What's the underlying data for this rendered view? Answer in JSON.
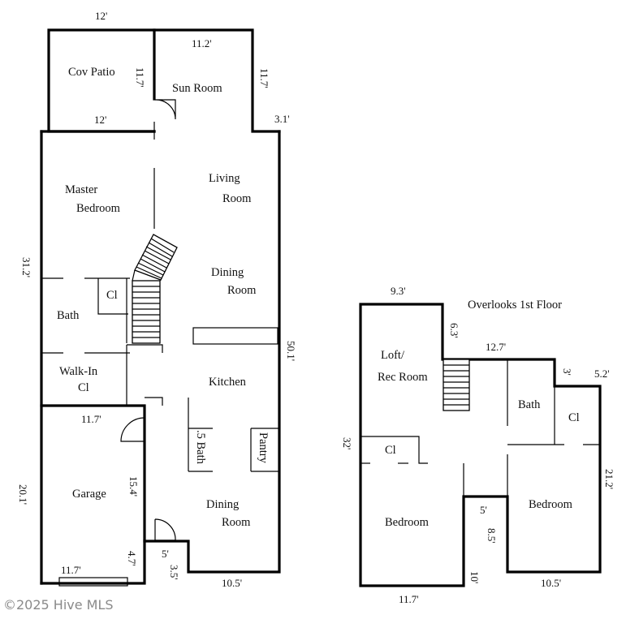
{
  "first_floor": {
    "rooms": {
      "cov_patio": "Cov Patio",
      "sun_room": "Sun Room",
      "living_1": "Living",
      "living_2": "Room",
      "master_1": "Master",
      "master_2": "Bedroom",
      "dining_upper_1": "Dining",
      "dining_upper_2": "Room",
      "closet": "Cl",
      "bath": "Bath",
      "walkin_1": "Walk-In",
      "walkin_2": "Cl",
      "kitchen": "Kitchen",
      "half_bath": ".5 Bath",
      "pantry": "Pantry",
      "garage": "Garage",
      "dining_lower_1": "Dining",
      "dining_lower_2": "Room"
    },
    "dimensions": {
      "patio_top": "12'",
      "patio_bottom": "12'",
      "patio_side": "11.7'",
      "sun_top": "11.2'",
      "sun_side": "11.7'",
      "sun_step": "3.1'",
      "left_side": "31.2'",
      "right_side": "50.1'",
      "garage_top": "11.7'",
      "garage_inner": "15.4'",
      "garage_side": "20.1'",
      "garage_bottom": "11.7'",
      "garage_small": "4.7'",
      "step_width": "5'",
      "step_depth": "3.5'",
      "bottom": "10.5'"
    }
  },
  "second_floor": {
    "note": "Overlooks 1st Floor",
    "rooms": {
      "loft_1": "Loft/",
      "loft_2": "Rec Room",
      "bath": "Bath",
      "closet_right": "Cl",
      "closet_left": "Cl",
      "bedroom_left": "Bedroom",
      "bedroom_right": "Bedroom"
    },
    "dimensions": {
      "loft_top": "9.3'",
      "loft_step": "6.3'",
      "mid_top": "12.7'",
      "small_step": "3'",
      "right_top": "5.2'",
      "left_side": "32'",
      "right_side": "21.2'",
      "notch_width": "5'",
      "notch_depth": "8.5'",
      "notch_small": "10'",
      "bottom_left": "11.7'",
      "bottom_right": "10.5'"
    }
  },
  "watermark": "©2025 Hive MLS"
}
